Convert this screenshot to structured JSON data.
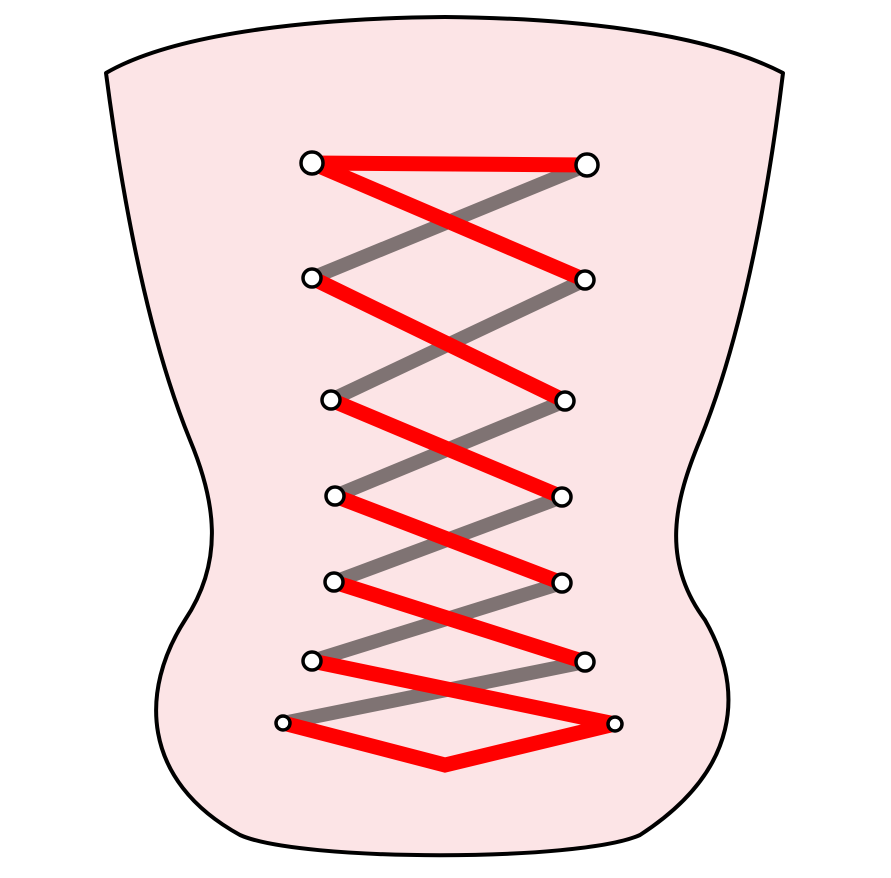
{
  "diagram": {
    "subject": "corset lacing",
    "colors": {
      "corset_fill": "#fce4e6",
      "corset_outline": "#000000",
      "lace_front": "#ff0000",
      "lace_back": "#7f7373",
      "eyelet_fill": "#ffffff",
      "eyelet_stroke": "#000000"
    },
    "eyelet_rows": 7,
    "eyelets_per_row": 2
  }
}
